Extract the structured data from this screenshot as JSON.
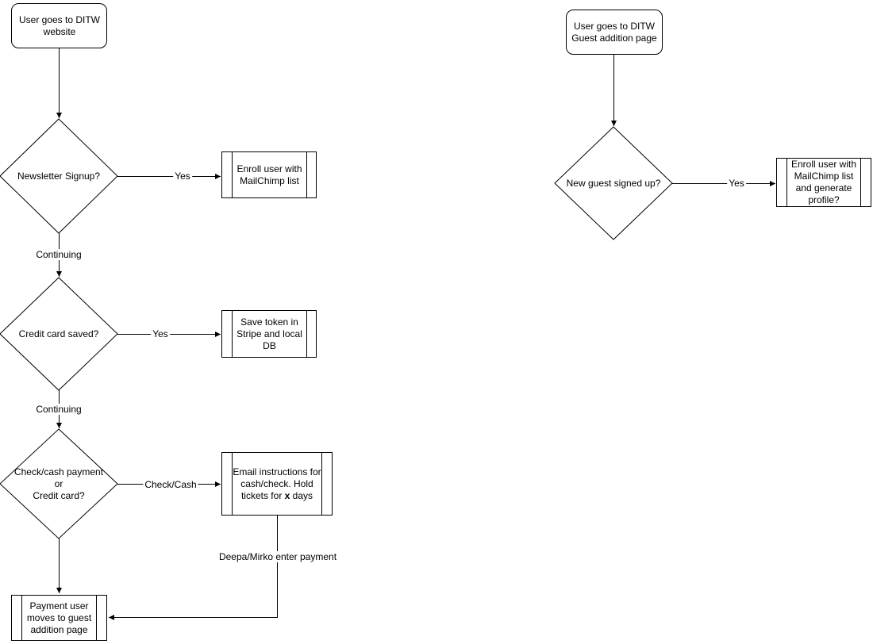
{
  "canvas": {
    "background": "#ffffff",
    "stroke_color": "#000000",
    "text_color": "#000000"
  },
  "left_flow": {
    "start": {
      "label": "User goes to DITW website"
    },
    "decision_newsletter": {
      "label": "Newsletter Signup?"
    },
    "edge_yes_1": {
      "label": "Yes"
    },
    "process_enroll": {
      "label": "Enroll user with MailChimp list"
    },
    "edge_continuing_1": {
      "label": "Continuing"
    },
    "decision_credit_card": {
      "label": "Credit card saved?"
    },
    "edge_yes_2": {
      "label": "Yes"
    },
    "process_save_token": {
      "label": "Save token in Stripe and local DB"
    },
    "edge_continuing_2": {
      "label": "Continuing"
    },
    "decision_payment": {
      "label": "Check/cash payment\nor\nCredit card?"
    },
    "edge_check_cash": {
      "label": "Check/Cash"
    },
    "process_email": {
      "label_before": "Email instructions for cash/check. Hold tickets for ",
      "label_bold": "x",
      "label_after": " days"
    },
    "edge_deepa": {
      "label": "Deepa/Mirko enter payment"
    },
    "process_payment_user": {
      "label": "Payment user moves to guest addition page"
    }
  },
  "right_flow": {
    "start": {
      "label": "User goes to DITW Guest addition page"
    },
    "decision_new_guest": {
      "label": "New guest signed up?"
    },
    "edge_yes": {
      "label": "Yes"
    },
    "process_enroll_generate": {
      "label": "Enroll user with MailChimp list and generate profile?"
    }
  }
}
